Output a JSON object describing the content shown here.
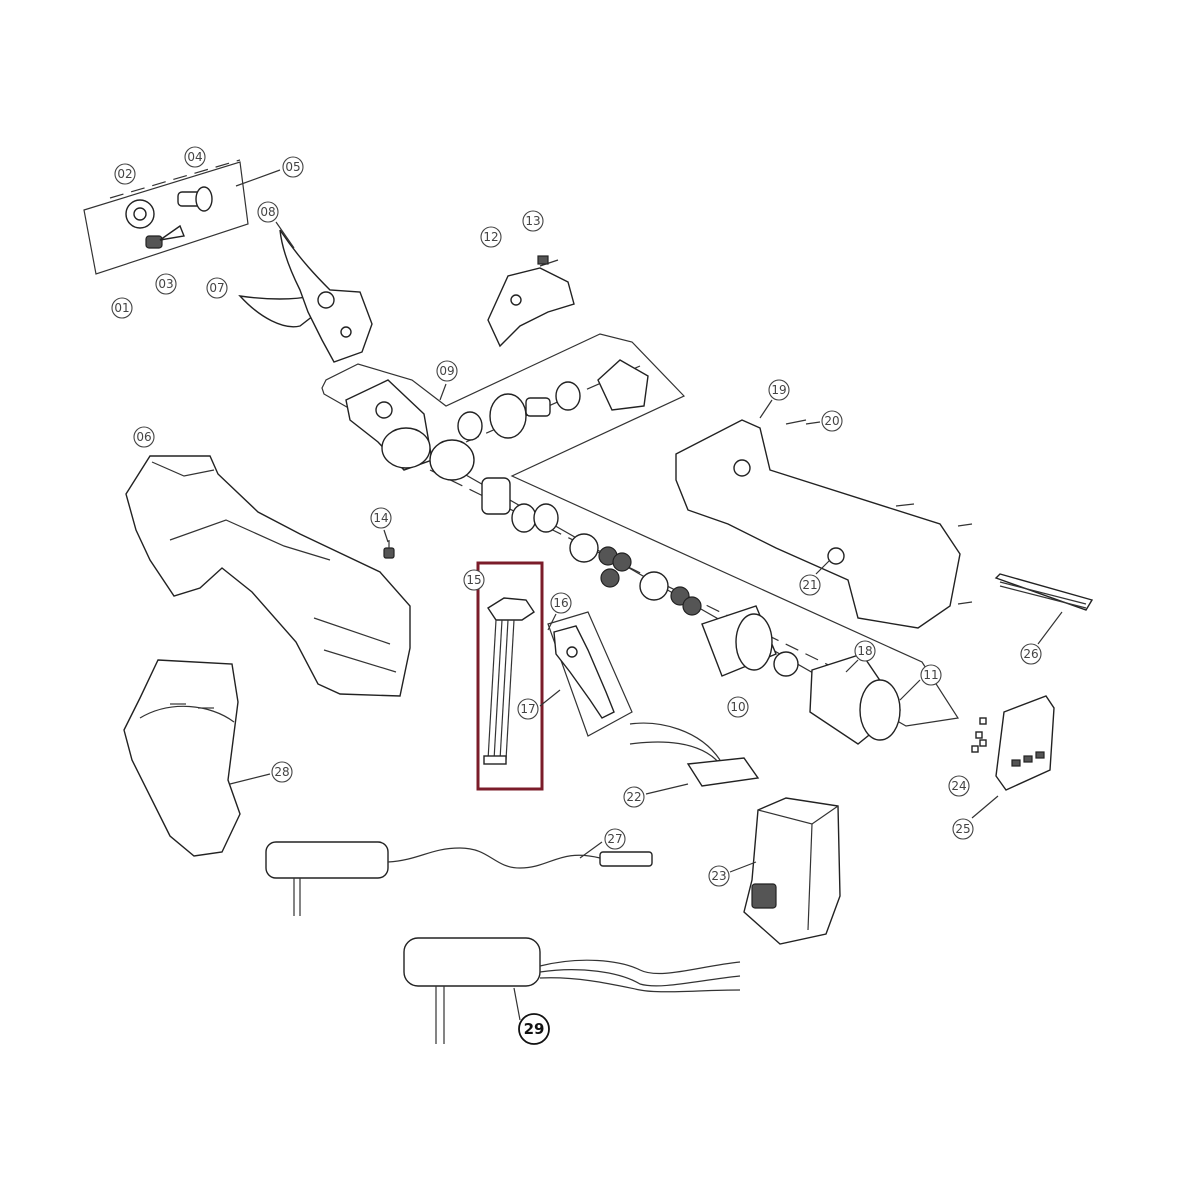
{
  "diagram": {
    "highlight_color": "#7b1c2a",
    "highlighted_part": "15",
    "callouts": [
      {
        "id": "c01",
        "label": "01"
      },
      {
        "id": "c02",
        "label": "02"
      },
      {
        "id": "c03",
        "label": "03"
      },
      {
        "id": "c04",
        "label": "04"
      },
      {
        "id": "c05",
        "label": "05"
      },
      {
        "id": "c06",
        "label": "06"
      },
      {
        "id": "c07",
        "label": "07"
      },
      {
        "id": "c08",
        "label": "08"
      },
      {
        "id": "c09",
        "label": "09"
      },
      {
        "id": "c10",
        "label": "10"
      },
      {
        "id": "c11",
        "label": "11"
      },
      {
        "id": "c12",
        "label": "12"
      },
      {
        "id": "c13",
        "label": "13"
      },
      {
        "id": "c14",
        "label": "14"
      },
      {
        "id": "c15",
        "label": "15"
      },
      {
        "id": "c16",
        "label": "16"
      },
      {
        "id": "c17",
        "label": "17"
      },
      {
        "id": "c18",
        "label": "18"
      },
      {
        "id": "c19",
        "label": "19"
      },
      {
        "id": "c20",
        "label": "20"
      },
      {
        "id": "c21",
        "label": "21"
      },
      {
        "id": "c22",
        "label": "22"
      },
      {
        "id": "c23",
        "label": "23"
      },
      {
        "id": "c24",
        "label": "24"
      },
      {
        "id": "c25",
        "label": "25"
      },
      {
        "id": "c26",
        "label": "26"
      },
      {
        "id": "c27",
        "label": "27"
      },
      {
        "id": "c28",
        "label": "28"
      },
      {
        "id": "c29",
        "label": "29"
      }
    ]
  }
}
